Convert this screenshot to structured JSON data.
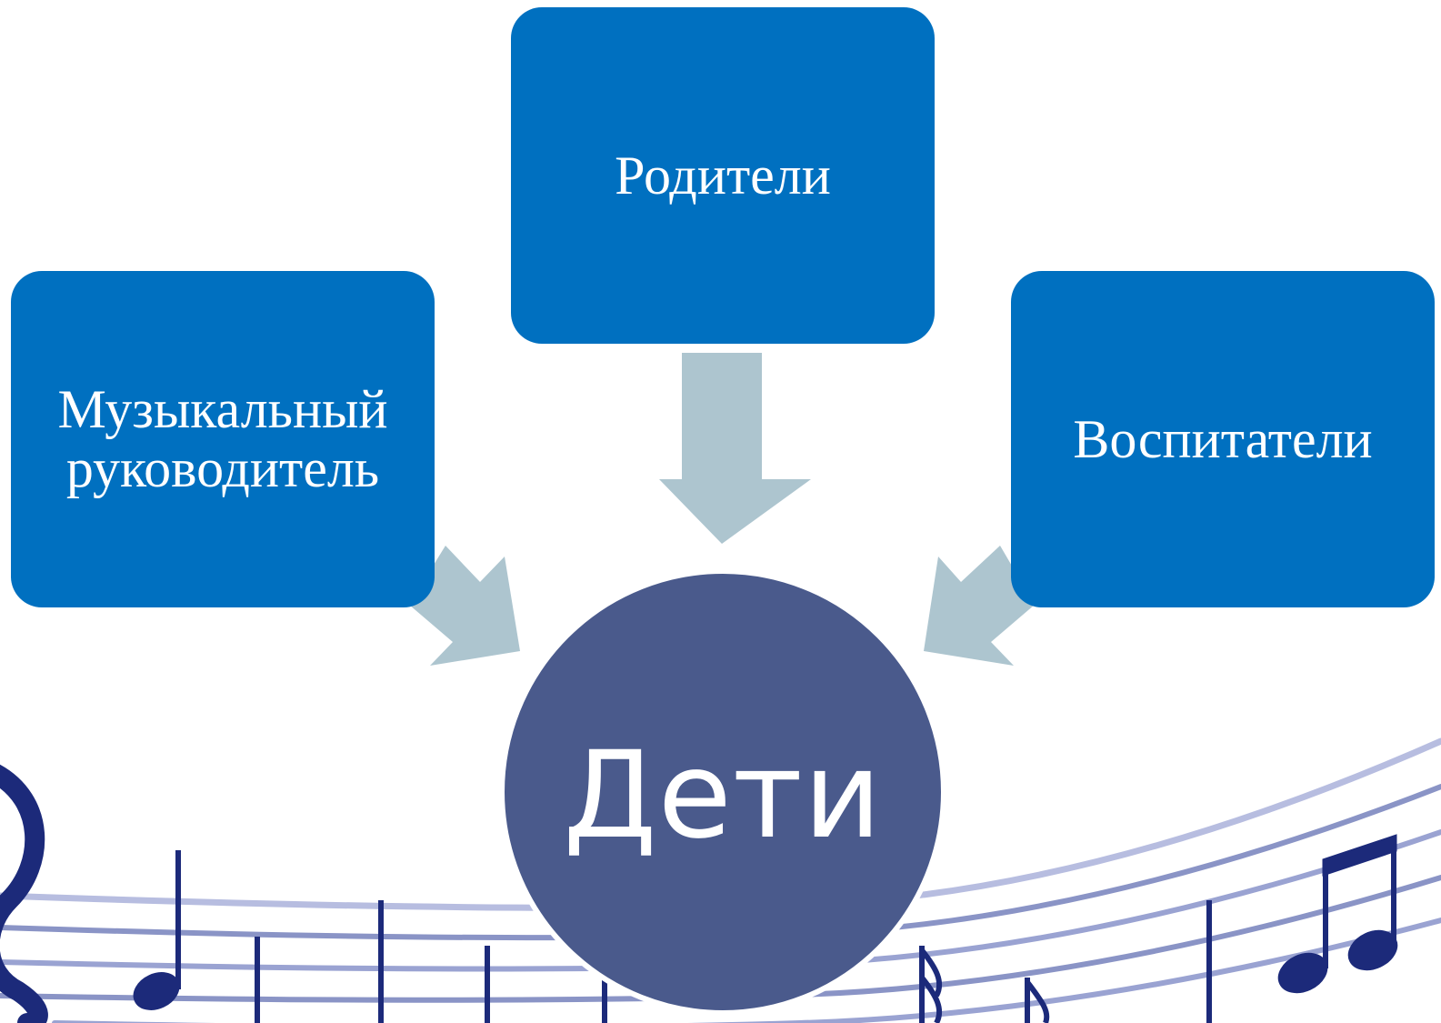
{
  "diagram": {
    "top_box": {
      "label": "Родители"
    },
    "left_box": {
      "label_line1": "Музыкальный",
      "label_line2": "руководитель"
    },
    "right_box": {
      "label": "Воспитатели"
    },
    "center": {
      "label": "Дети"
    }
  },
  "colors": {
    "box_fill": "#0070c0",
    "circle_fill": "#4a5a8c",
    "arrow_fill": "#adc5cf",
    "staff_line": "#8a94c6",
    "note": "#1c2a7a"
  }
}
